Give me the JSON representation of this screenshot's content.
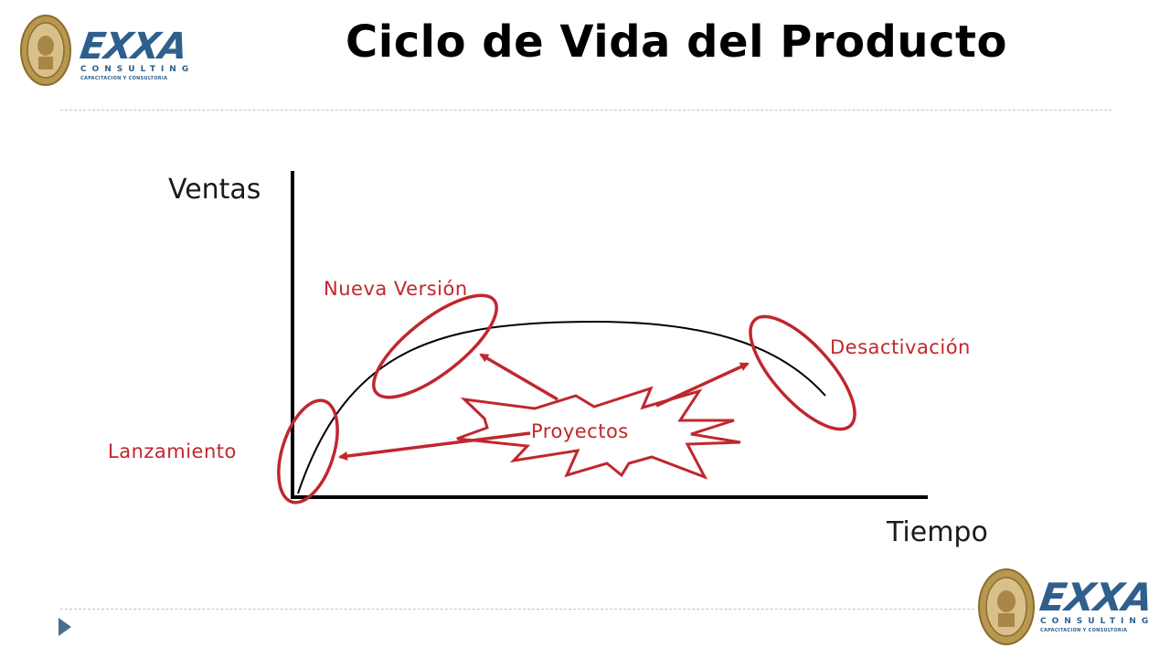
{
  "title": "Ciclo de Vida del Producto",
  "logo": {
    "brand": "EXXA",
    "sub": "CONSULTING",
    "tagline": "CAPACITACION Y CONSULTORIA"
  },
  "diagram": {
    "y_axis_label": "Ventas",
    "x_axis_label": "Tiempo",
    "labels": {
      "launch": "Lanzamiento",
      "new_version": "Nueva Versión",
      "deactivation": "Desactivación",
      "projects": "Proyectos"
    }
  },
  "colors": {
    "accent_red": "#c0272d",
    "logo_blue": "#2f5f8c",
    "seal_gold": "#b8974e"
  }
}
